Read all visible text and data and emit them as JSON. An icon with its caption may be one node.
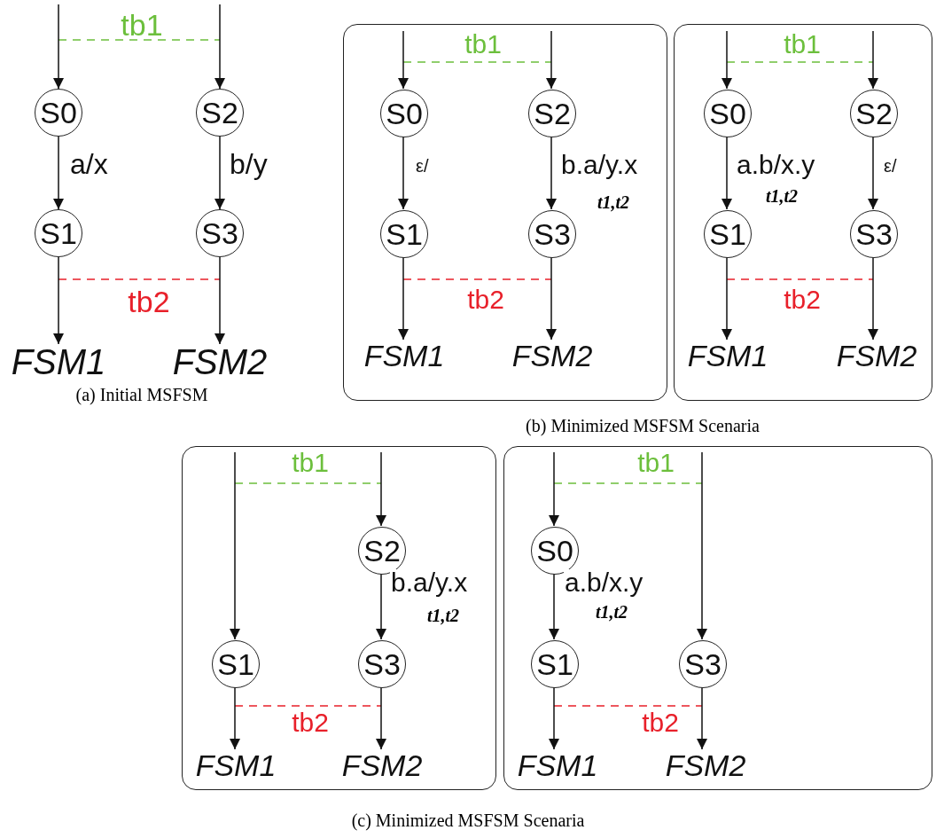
{
  "diagram": {
    "nodes": [
      {
        "text": [
          "S0"
        ]
      },
      {
        "text": [
          "S1"
        ]
      },
      {
        "text": [
          "S2"
        ]
      },
      {
        "text": [
          "S3"
        ]
      },
      {
        "text": [
          "FSM1"
        ]
      },
      {
        "text": [
          "FSM2"
        ]
      },
      {
        "text": [],
        "shape": "box"
      },
      {
        "text": [
          "S0"
        ],
        "in": 6
      },
      {
        "text": [
          "S1"
        ],
        "in": 6
      },
      {
        "text": [
          "S2"
        ],
        "in": 6
      },
      {
        "text": [
          "S3"
        ],
        "in": 6
      },
      {
        "text": [
          "FSM1"
        ],
        "in": 6
      },
      {
        "text": [
          "FSM2"
        ],
        "in": 6
      },
      {
        "text": [],
        "shape": "box"
      },
      {
        "text": [
          "S0"
        ],
        "in": 13
      },
      {
        "text": [
          "S1"
        ],
        "in": 13
      },
      {
        "text": [
          "S2"
        ],
        "in": 13
      },
      {
        "text": [
          "S3"
        ],
        "in": 13
      },
      {
        "text": [
          "FSM1"
        ],
        "in": 13
      },
      {
        "text": [
          "FSM2"
        ],
        "in": 13
      },
      {
        "text": [],
        "shape": "box"
      },
      {
        "text": [
          "S2"
        ],
        "in": 20
      },
      {
        "text": [
          "S1"
        ],
        "in": 20
      },
      {
        "text": [
          "S3"
        ],
        "in": 20
      },
      {
        "text": [
          "FSM1"
        ],
        "in": 20
      },
      {
        "text": [
          "FSM2"
        ],
        "in": 20
      },
      {
        "text": [],
        "shape": "box"
      },
      {
        "text": [
          "S0"
        ],
        "in": 26
      },
      {
        "text": [
          "S1"
        ],
        "in": 26
      },
      {
        "text": [
          "S3"
        ],
        "in": 26
      },
      {
        "text": [
          "FSM1"
        ],
        "in": 26
      },
      {
        "text": [
          "FSM2"
        ],
        "in": 26
      }
    ],
    "edges": [
      {
        "from": null,
        "to": 0,
        "arrow": "to"
      },
      {
        "from": null,
        "to": 2,
        "arrow": "to"
      },
      {
        "from": 0,
        "to": 1,
        "arrow": "to",
        "label": "a/x"
      },
      {
        "from": 2,
        "to": 3,
        "arrow": "to",
        "label": "b/y"
      },
      {
        "from": 1,
        "to": 4,
        "arrow": "to"
      },
      {
        "from": 3,
        "to": 5,
        "arrow": "to"
      },
      {
        "from": null,
        "to": 7,
        "arrow": "to"
      },
      {
        "from": null,
        "to": 9,
        "arrow": "to"
      },
      {
        "from": 7,
        "to": 8,
        "arrow": "to",
        "label": "ε/"
      },
      {
        "from": 9,
        "to": 10,
        "arrow": "to",
        "label": "b.a/y.x"
      },
      {
        "from": 8,
        "to": 11,
        "arrow": "to"
      },
      {
        "from": 10,
        "to": 12,
        "arrow": "to"
      },
      {
        "from": null,
        "to": 14,
        "arrow": "to"
      },
      {
        "from": null,
        "to": 16,
        "arrow": "to"
      },
      {
        "from": 14,
        "to": 15,
        "arrow": "to",
        "label": "a.b/x.y"
      },
      {
        "from": 16,
        "to": 17,
        "arrow": "to",
        "label": "ε/"
      },
      {
        "from": 15,
        "to": 18,
        "arrow": "to"
      },
      {
        "from": 17,
        "to": 19,
        "arrow": "to"
      },
      {
        "from": null,
        "to": 22,
        "arrow": "to"
      },
      {
        "from": null,
        "to": 21,
        "arrow": "to"
      },
      {
        "from": 21,
        "to": 23,
        "arrow": "to",
        "label": "b.a/y.x"
      },
      {
        "from": 22,
        "to": 24,
        "arrow": "to"
      },
      {
        "from": 23,
        "to": 25,
        "arrow": "to"
      },
      {
        "from": null,
        "to": 27,
        "arrow": "to"
      },
      {
        "from": null,
        "to": 29,
        "arrow": "to"
      },
      {
        "from": 27,
        "to": 28,
        "arrow": "to",
        "label": "a.b/x.y"
      },
      {
        "from": 28,
        "to": 30,
        "arrow": "to"
      },
      {
        "from": 29,
        "to": 31,
        "arrow": "to"
      }
    ],
    "labels": [
      "tb1",
      "tb2",
      "(a) Initial MSFSM",
      "tb1",
      "t1,t2",
      "tb2",
      "tb1",
      "t1,t2",
      "tb2",
      "(b) Minimized MSFSM Scenaria",
      "tb1",
      "t1,t2",
      "tb2",
      "tb1",
      "t1,t2",
      "tb2",
      "(c) Minimized MSFSM Scenaria"
    ]
  }
}
